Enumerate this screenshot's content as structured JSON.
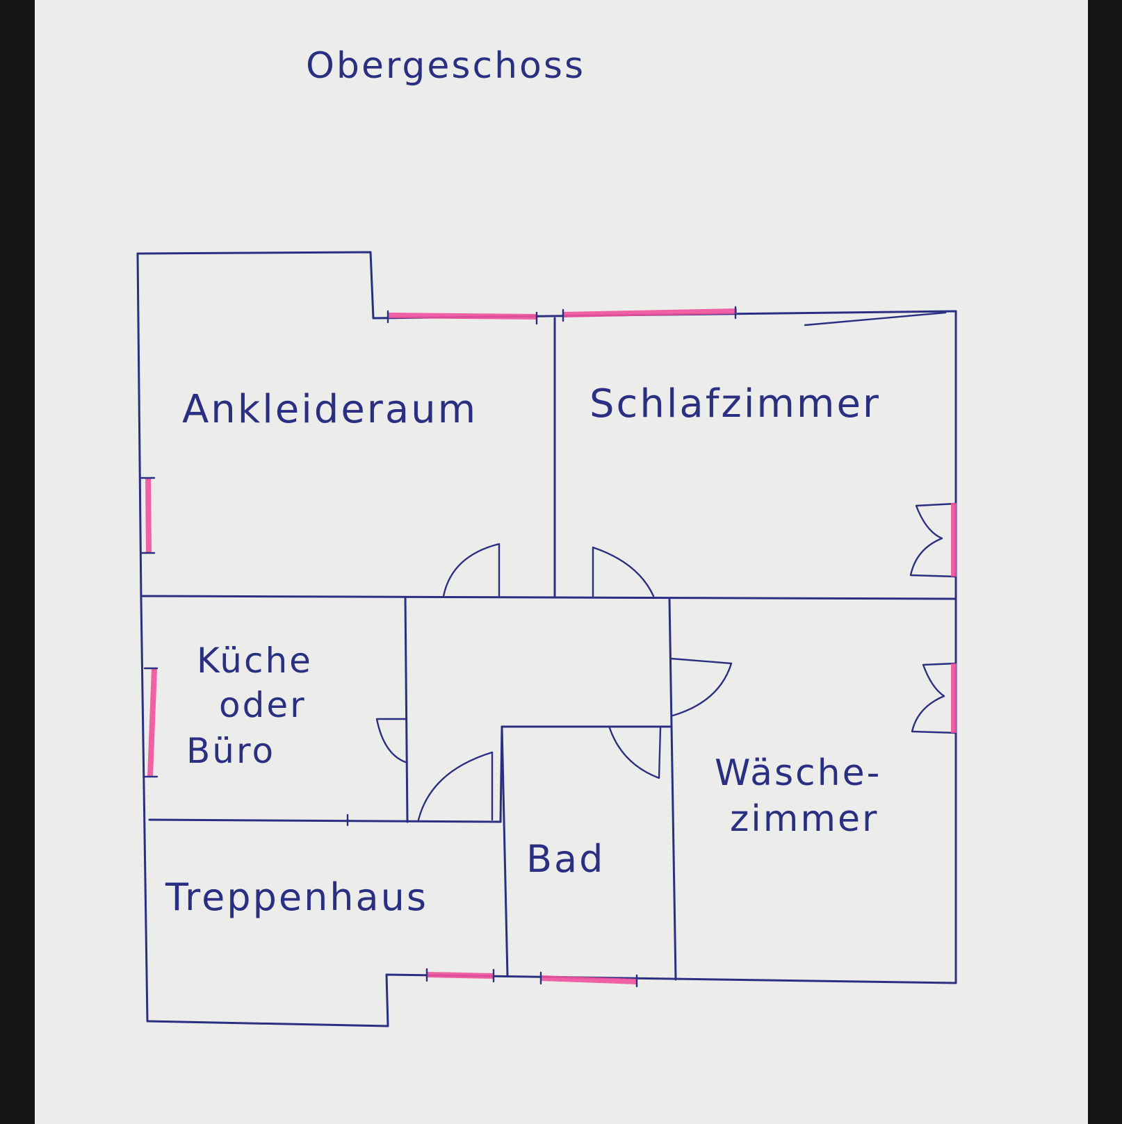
{
  "floor_title": "Obergeschoss",
  "rooms": {
    "ankleideraum": "Ankleideraum",
    "schlafzimmer": "Schlafzimmer",
    "kueche_line1": "Küche",
    "kueche_line2": "oder",
    "kueche_line3": "Büro",
    "waesche_line1": "Wäsche-",
    "waesche_line2": "zimmer",
    "bad": "Bad",
    "treppenhaus": "Treppenhaus"
  },
  "colors": {
    "ink": "#2b2f82",
    "window_highlight": "#f0529c",
    "paper": "#ececea",
    "background": "#141416"
  }
}
